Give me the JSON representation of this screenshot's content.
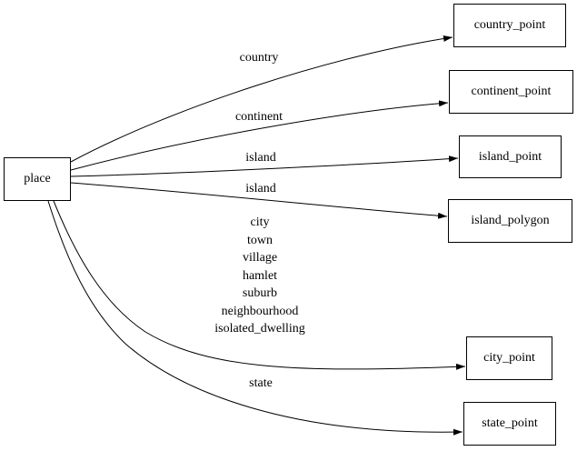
{
  "diagram": {
    "background_color": "#ffffff",
    "line_color": "#000000",
    "nodes": {
      "place": {
        "label": "place"
      },
      "country_point": {
        "label": "country_point"
      },
      "continent_point": {
        "label": "continent_point"
      },
      "island_point": {
        "label": "island_point"
      },
      "island_polygon": {
        "label": "island_polygon"
      },
      "city_point": {
        "label": "city_point"
      },
      "state_point": {
        "label": "state_point"
      }
    },
    "edges": {
      "country": {
        "from": "place",
        "to": "country_point",
        "label": "country"
      },
      "continent": {
        "from": "place",
        "to": "continent_point",
        "label": "continent"
      },
      "island_point": {
        "from": "place",
        "to": "island_point",
        "label": "island"
      },
      "island_polygon": {
        "from": "place",
        "to": "island_polygon",
        "label": "island"
      },
      "city": {
        "from": "place",
        "to": "city_point",
        "label": "city\ntown\nvillage\nhamlet\nsuburb\nneighbourhood\nisolated_dwelling"
      },
      "state": {
        "from": "place",
        "to": "state_point",
        "label": "state"
      }
    }
  }
}
